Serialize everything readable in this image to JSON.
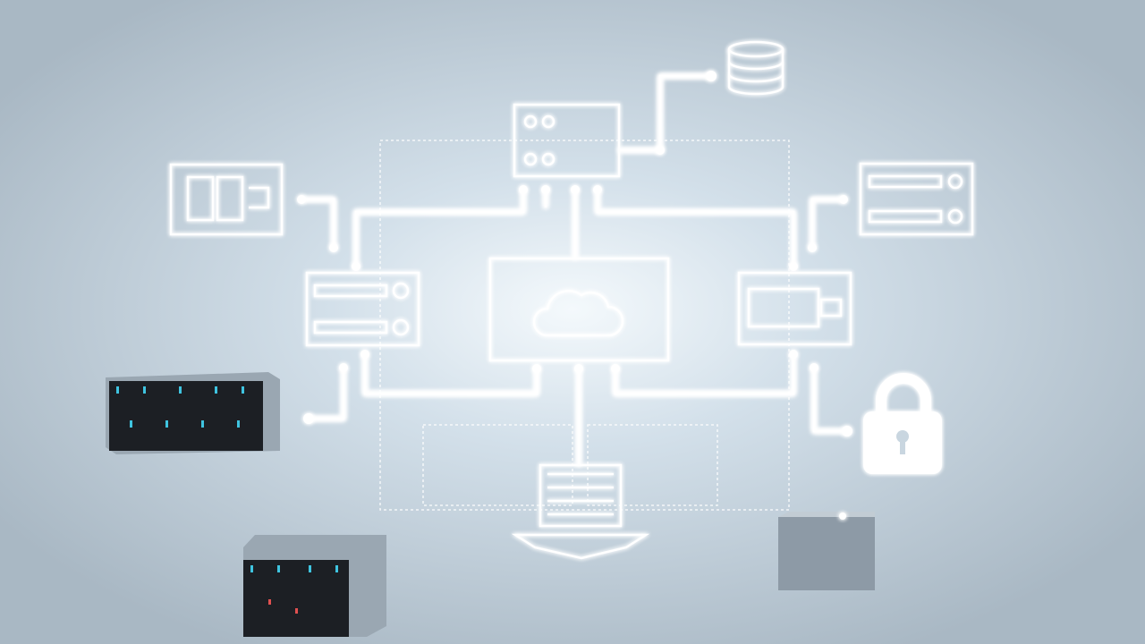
{
  "scene": {
    "description_type": "illustration",
    "colors": {
      "background": "#b9c7d2",
      "glow": "#ffffff",
      "server_body": "#8d9aa6",
      "server_front": "#1c1f24",
      "led": "#3fc4e0"
    },
    "icons": [
      "cloud-icon",
      "server-icon",
      "database-icon",
      "rack-panel-icon",
      "lock-icon",
      "laptop-icon",
      "network-card-icon",
      "server-hardware",
      "storage-box"
    ]
  }
}
